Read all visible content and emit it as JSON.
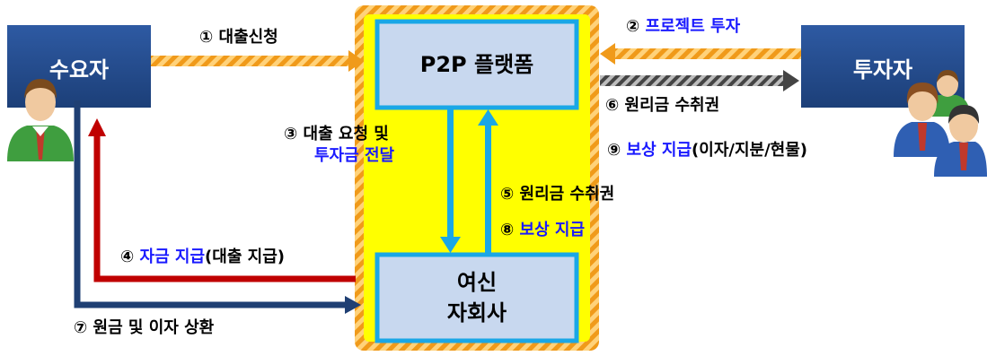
{
  "nodes": {
    "borrower": "수요자",
    "investor": "투자자",
    "platform": "P2P 플랫폼",
    "lender_line1": "여신",
    "lender_line2": "자회사"
  },
  "flows": {
    "f1": "① 대출신청",
    "f2_num": "②",
    "f2_text": "프로젝트 투자",
    "f3_line1": "③ 대출 요청 및",
    "f3_line2": "투자금 전달",
    "f4_num": "④",
    "f4_blue": "자금 지급",
    "f4_rest": "(대출 지급)",
    "f5": "⑤ 원리금 수취권",
    "f6": "⑥ 원리금 수취권",
    "f7": "⑦ 원금 및 이자 상환",
    "f8_num": "⑧",
    "f8_text": "보상 지급",
    "f9_num": "⑨",
    "f9_blue": "보상 지급",
    "f9_rest": "(이자/지분/현물)"
  },
  "colors": {
    "node_blue": "#234a8a",
    "platform_yellow": "#ffff00",
    "platform_border": "#f5a623",
    "inner_box": "#c8d8ef",
    "inner_border": "#1aa7e6",
    "arrow_orange": "#f5a623",
    "arrow_gray": "#555555",
    "arrow_red": "#c00000",
    "arrow_navy": "#1f3f73",
    "arrow_cyan": "#1aa7e6",
    "label_blue": "#1a1aff"
  }
}
